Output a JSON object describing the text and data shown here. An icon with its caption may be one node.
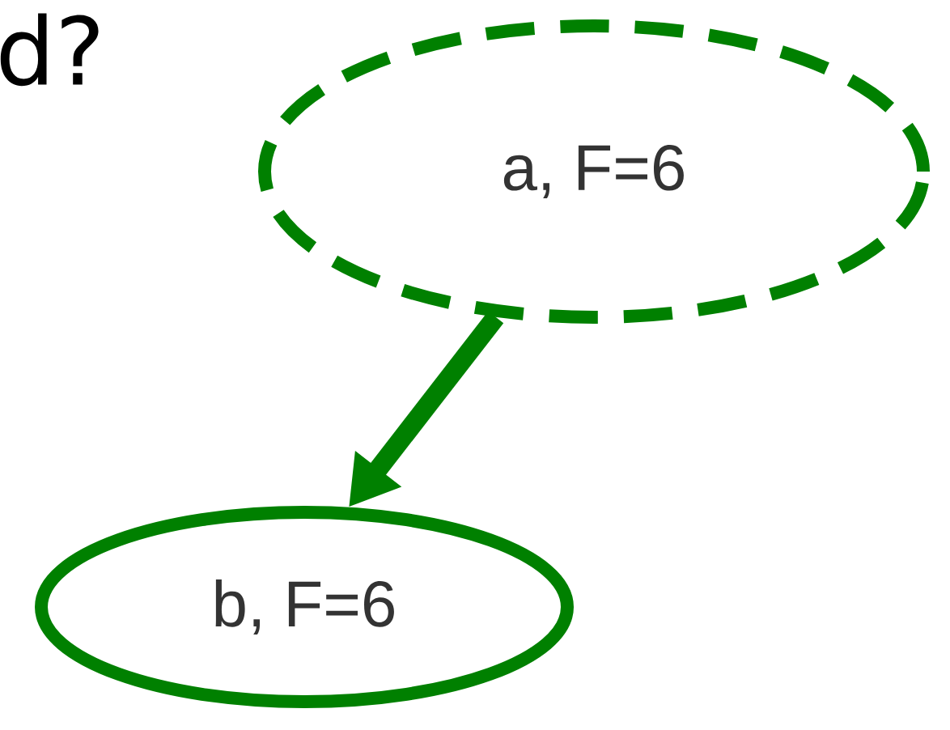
{
  "diagram": {
    "nodes": [
      {
        "text": [
          "a, F=6"
        ]
      },
      {
        "text": [
          "b, F=6"
        ]
      }
    ],
    "edges": [
      {
        "from": 0,
        "to": 1,
        "arrow": "to",
        "color": "#008000"
      }
    ],
    "labels": [
      "d?"
    ]
  }
}
